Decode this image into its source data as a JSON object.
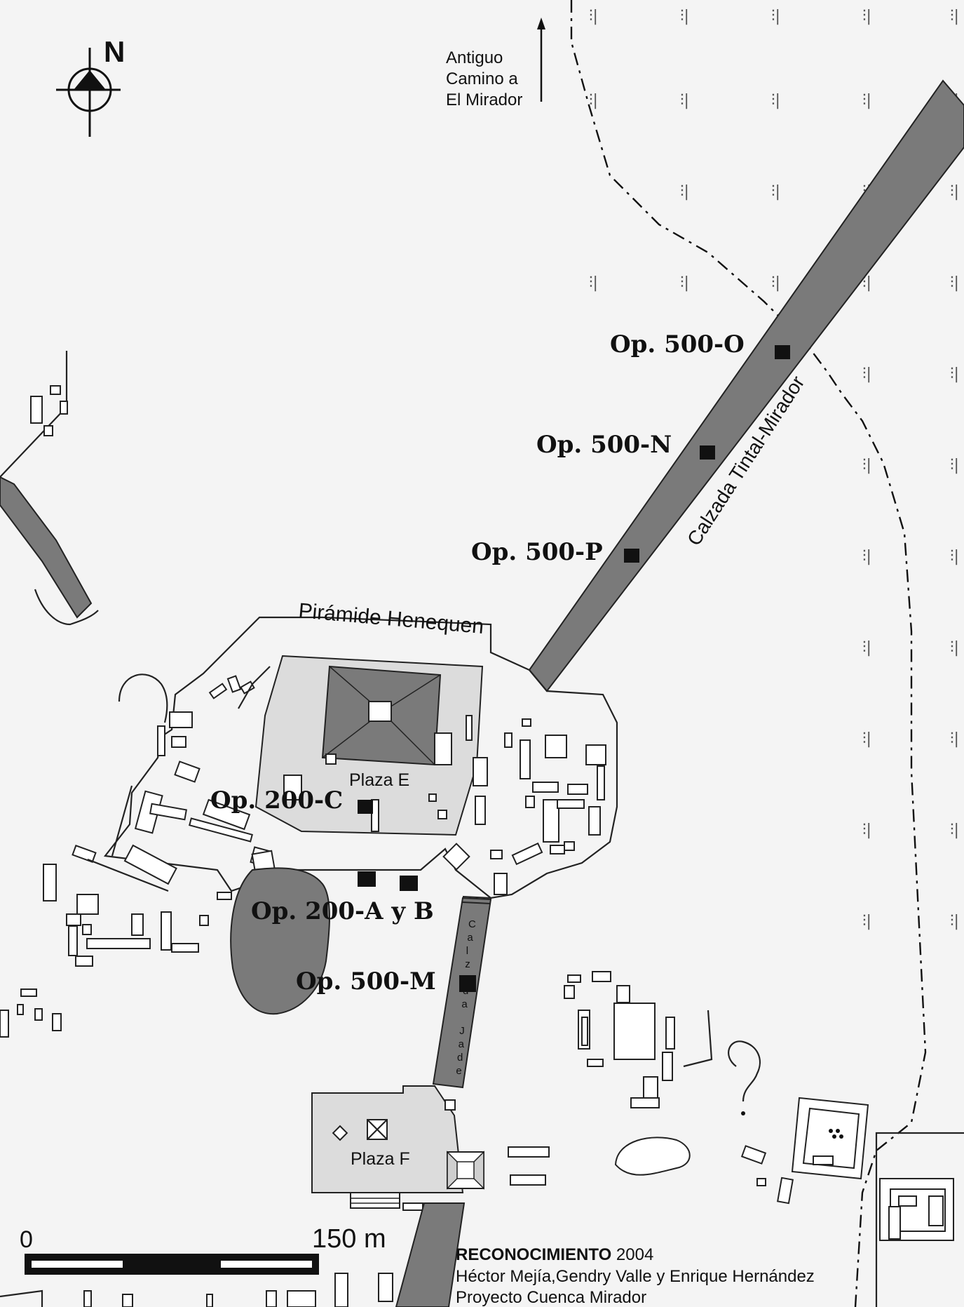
{
  "north_label": "N",
  "route_label": [
    "Antiguo",
    "Camino a",
    "El Mirador"
  ],
  "causeway_label": "Calzada Tintal-Mirador",
  "jade_label": [
    "C",
    "a",
    "l",
    "z",
    "a",
    "d",
    "a",
    "",
    "J",
    "a",
    "d",
    "e"
  ],
  "pyramid_label": "Pirámide Henequen",
  "plaza_e": "Plaza E",
  "plaza_f": "Plaza F",
  "operations": [
    {
      "id": "op-500-o",
      "label": "Op. 500-O"
    },
    {
      "id": "op-500-n",
      "label": "Op. 500-N"
    },
    {
      "id": "op-500-p",
      "label": "Op. 500-P"
    },
    {
      "id": "op-200-c",
      "label": "Op. 200-C"
    },
    {
      "id": "op-200-ab",
      "label": "Op. 200-A y B"
    },
    {
      "id": "op-500-m",
      "label": "Op. 500-M"
    }
  ],
  "scale": {
    "start": "0",
    "end": "150 m"
  },
  "credits": {
    "line1_bold": "RECONOCIMIENTO",
    "line1_year": " 2004",
    "line2": "Héctor Mejía,Gendry Valle y Enrique Hernández",
    "line3": "Proyecto Cuenca Mirador"
  },
  "colors": {
    "causeway": "#7a7a7a",
    "plaza": "#dcdcdc",
    "background": "#f4f4f4"
  },
  "icons": [
    "north-arrow-icon",
    "vegetation-icon"
  ]
}
